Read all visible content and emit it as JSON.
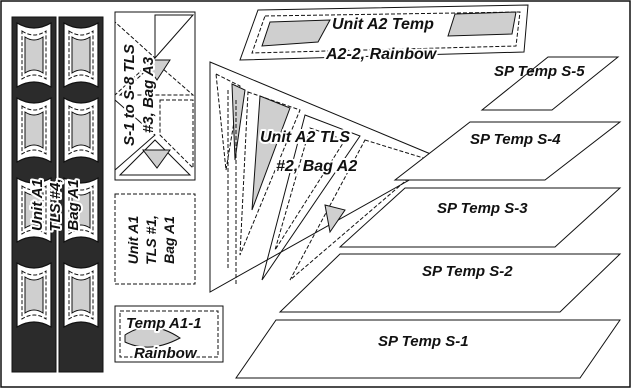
{
  "diagram": {
    "labels": {
      "unit_a1_tls4_line1": "Unit A1",
      "unit_a1_tls4_line2": "TLS #4,",
      "unit_a1_tls4_line3": "Bag A1",
      "s1_s8_line1": "S-1 to S-8 TLS",
      "s1_s8_line2": "#3, Bag A3",
      "unit_a1_tls1_line1": "Unit A1",
      "unit_a1_tls1_line2": "TLS #1,",
      "unit_a1_tls1_line3": "Bag A1",
      "temp_a1_line1": "Temp A1-1",
      "temp_a1_line2": "Rainbow",
      "unit_a2_temp_line1": "Unit A2 Temp",
      "unit_a2_temp_line2": "A2-2, Rainbow",
      "unit_a2_tls_line1": "Unit A2 TLS",
      "unit_a2_tls_line2": "#2, Bag A2",
      "sp_temp_s5": "SP Temp S-5",
      "sp_temp_s4": "SP Temp S-4",
      "sp_temp_s3": "SP Temp S-3",
      "sp_temp_s2": "SP Temp S-2",
      "sp_temp_s1": "SP Temp S-1"
    },
    "colors": {
      "outline": "#111111",
      "dark_fill": "#2b2b2b",
      "gray_fill": "#cfcfcf",
      "white": "#ffffff"
    }
  }
}
